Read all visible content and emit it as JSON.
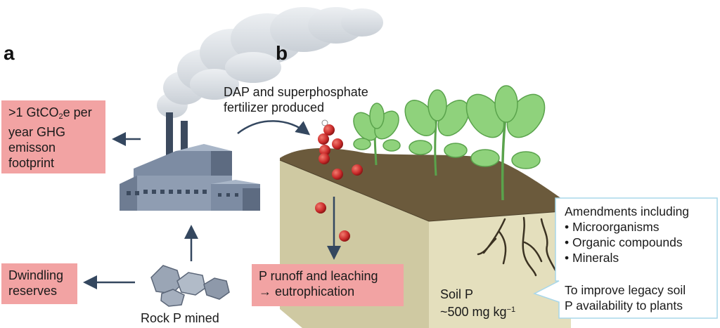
{
  "panels": {
    "a": "a",
    "b": "b"
  },
  "left": {
    "emissions": {
      "prefix": ">1 GtCO",
      "sub": "2",
      "suffix": "e per",
      "line2": "year GHG",
      "line3": "emisson",
      "line4": "footprint"
    },
    "reserves": {
      "line1": "Dwindling",
      "line2": "reserves"
    },
    "rock_label": "Rock P mined"
  },
  "right": {
    "fertilizer": {
      "line1": "DAP and superphosphate",
      "line2": "fertilizer produced"
    },
    "runoff": {
      "line1": "P runoff and leaching",
      "line2": "→ eutrophication"
    },
    "soil": {
      "line1": "Soil P",
      "line2_prefix": "~500 mg kg",
      "line2_sup": "−1"
    },
    "amendments": {
      "title": "Amendments including",
      "items": [
        "• Microorganisms",
        "• Organic compounds",
        "• Minerals"
      ],
      "goal1": "To improve legacy soil",
      "goal2": "P availability to plants"
    }
  },
  "colors": {
    "pink_box": "#f2a3a3",
    "arrow": "#34475f",
    "soil_dark": "#6b5a3c",
    "soil_block": "#cfc9a2",
    "plant": "#8fd27c",
    "phosphate": "#d33a3a",
    "callout_border": "#a8d7ea"
  },
  "icons": [
    "factory-icon",
    "smoke-plume-icon",
    "rock-icon",
    "plant-icon",
    "phosphate-granule-icon",
    "root-icon"
  ]
}
